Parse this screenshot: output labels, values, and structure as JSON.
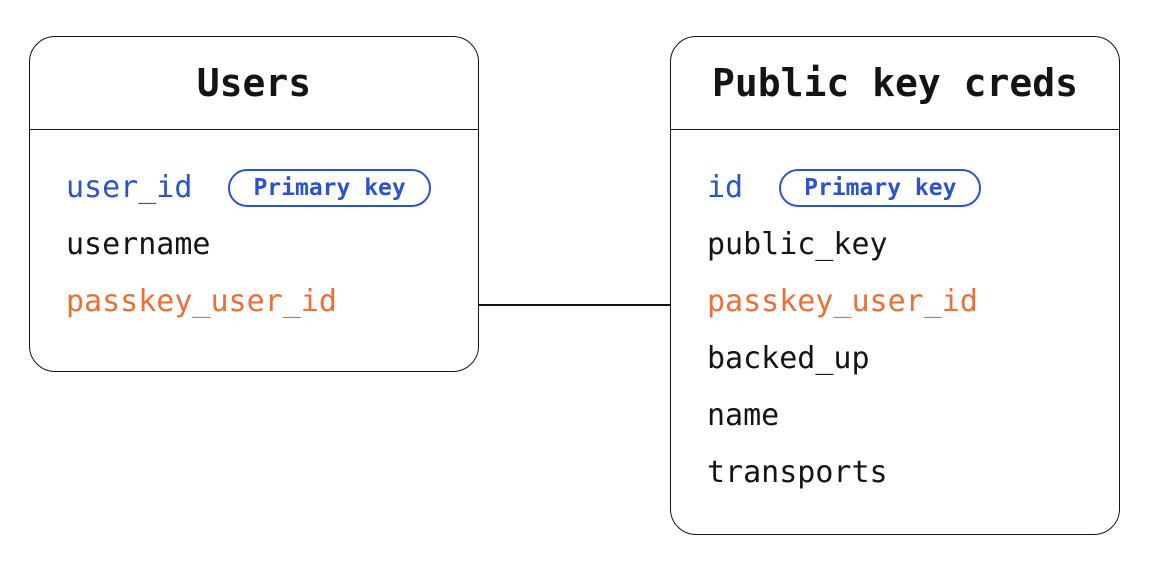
{
  "diagram": {
    "type": "entity-relationship",
    "background": "#ffffff",
    "colors": {
      "blue": "#2b52d0",
      "orange": "#ed6f34",
      "black": "#141414",
      "bg": "#ffffff"
    },
    "tables": [
      {
        "title": "Users",
        "fields": [
          {
            "name": "user_id",
            "color": "blue",
            "badge": "Primary key"
          },
          {
            "name": "username",
            "color": "black"
          },
          {
            "name": "passkey_user_id",
            "color": "orange"
          }
        ]
      },
      {
        "title": "Public key creds",
        "fields": [
          {
            "name": "id",
            "color": "blue",
            "badge": "Primary key"
          },
          {
            "name": "public_key",
            "color": "black"
          },
          {
            "name": "passkey_user_id",
            "color": "orange"
          },
          {
            "name": "backed_up",
            "color": "black"
          },
          {
            "name": "name",
            "color": "black"
          },
          {
            "name": "transports",
            "color": "black"
          }
        ]
      }
    ],
    "connector": {
      "from": "Users.passkey_user_id",
      "to": "Public key creds.passkey_user_id"
    }
  }
}
